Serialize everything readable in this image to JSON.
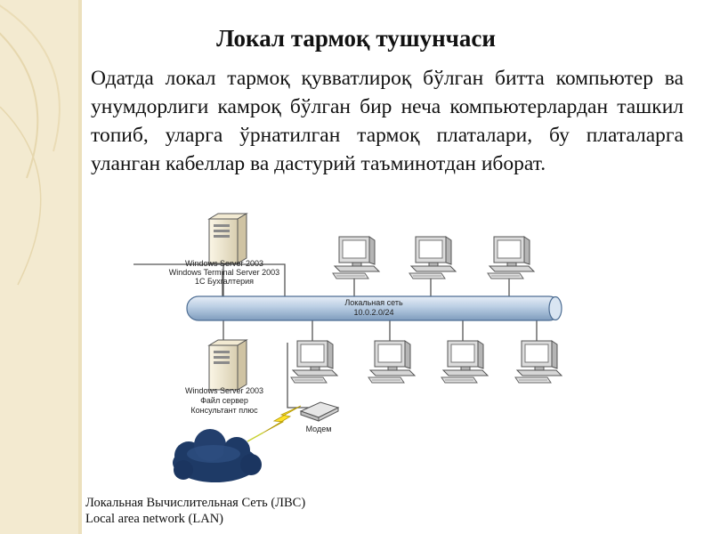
{
  "slide": {
    "title": "Локал тармоқ тушунчаси",
    "paragraph": "Одатда локал тармоқ қувватлироқ бўлган битта компьютер ва унумдорлиги камроқ бўлган бир неча компьютерлардан ташкил топиб, уларга ўрнатилган тармоқ платалари, бу платаларга уланган кабеллар ва дастурий таъминотдан иборат."
  },
  "diagram": {
    "server_top_lines": [
      "Windows Server 2003",
      "Windows Terminal Server 2003",
      "1С Бухгалтерия"
    ],
    "network_lines": [
      "Локальная сеть",
      "10.0.2.0/24"
    ],
    "server_bottom_lines": [
      "Windows Server 2003",
      "Файл сервер",
      "Консультант плюс"
    ],
    "modem_label": "Модем"
  },
  "caption": {
    "line1": "Локальная Вычислительная Сеть (ЛВС)",
    "line2": "Local area network (LAN)"
  }
}
